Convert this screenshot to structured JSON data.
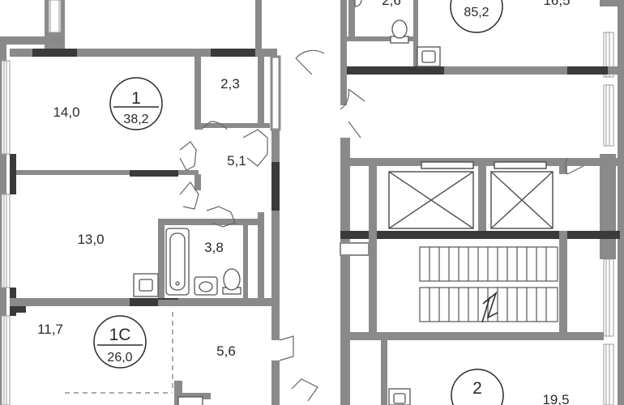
{
  "floor_plan": {
    "apartments": [
      {
        "id": "apt-1",
        "number": "1",
        "total_area": "38,2"
      },
      {
        "id": "apt-1c",
        "number": "1С",
        "total_area": "26,0"
      },
      {
        "id": "apt-2",
        "number": "2",
        "total_area": ""
      },
      {
        "id": "apt-top",
        "number": "",
        "total_area": "85,2"
      }
    ],
    "rooms": [
      {
        "id": "room-14",
        "area": "14,0"
      },
      {
        "id": "room-2-3",
        "area": "2,3"
      },
      {
        "id": "room-5-1",
        "area": "5,1"
      },
      {
        "id": "room-13",
        "area": "13,0"
      },
      {
        "id": "room-3-8",
        "area": "3,8"
      },
      {
        "id": "room-11-7",
        "area": "11,7"
      },
      {
        "id": "room-5-6",
        "area": "5,6"
      },
      {
        "id": "room-19-5",
        "area": "19,5"
      },
      {
        "id": "room-top-small",
        "area": "2,6"
      },
      {
        "id": "room-top-right",
        "area": "16,5"
      }
    ],
    "colors": {
      "wall": "#8a8a8a",
      "wall_dark": "#3a3a3a",
      "line": "#777777",
      "window": "#a8a8a8",
      "text": "#2a2a2a"
    }
  }
}
